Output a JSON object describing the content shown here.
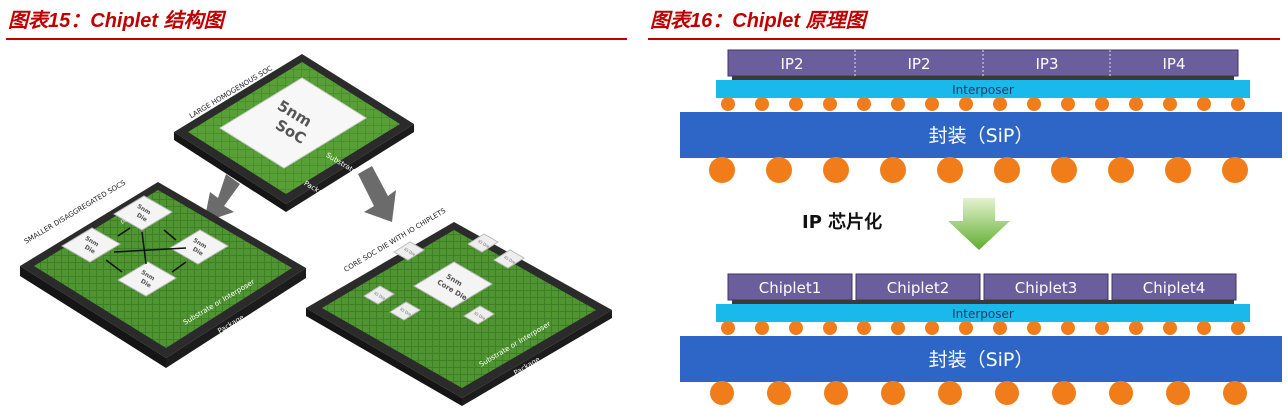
{
  "left_figure": {
    "title": "图表15：Chiplet 结构图",
    "large_soc": {
      "label": "LARGE HOMOGENOUS SOC",
      "die_line1": "5nm",
      "die_line2": "SoC",
      "substrate": "Substrate",
      "package": "Package"
    },
    "disaggregated": {
      "label": "SMALLER DISAGGREGATED SOCS",
      "die_line1": "5nm",
      "die_line2": "Die",
      "link": "D2D",
      "substrate": "Substrate or Interposer",
      "package": "Package"
    },
    "io_chiplets": {
      "label": "CORE SOC DIE WITH IO CHIPLETS",
      "core_line1": "5nm",
      "core_line2": "Core Die",
      "io_chip": "IO Die",
      "substrate": "Substrate or Interposer",
      "package": "Package"
    }
  },
  "right_figure": {
    "title": "图表16：Chiplet 原理图",
    "top_stack": {
      "blocks": [
        "IP2",
        "IP2",
        "IP3",
        "IP4"
      ],
      "interposer": "Interposer",
      "package": "封装（SiP）"
    },
    "arrow_label": "IP 芯片化",
    "bottom_stack": {
      "blocks": [
        "Chiplet1",
        "Chiplet2",
        "Chiplet3",
        "Chiplet4"
      ],
      "interposer": "Interposer",
      "package": "封装（SiP）"
    }
  },
  "colors": {
    "title_red": "#c00000",
    "block_purple": "#6a5e9c",
    "interposer_cyan": "#19b9ec",
    "package_blue": "#2e66c8",
    "bump_orange": "#f07d1a",
    "arrow_green": "#6fb93a",
    "chip_green": "#4a8f2c"
  }
}
